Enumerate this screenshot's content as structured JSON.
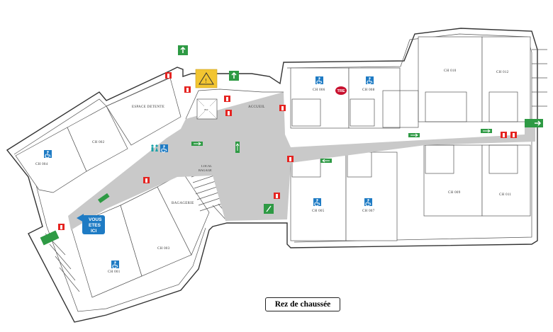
{
  "caption": "Rez de chaussée",
  "you_are_here": [
    "VOUS",
    "ETES",
    "ICI"
  ],
  "labels": {
    "espace_detente": "ESPACE DETENTE",
    "accueil": "ACCUEIL",
    "local_bagage": [
      "LOCAL",
      "BAGAGE"
    ],
    "bagagerie": "BAGAGERIE",
    "ascenseur": "asc",
    "tre": "TRE"
  },
  "rooms": {
    "ch002": "CH 002",
    "ch004": "CH 004",
    "ch001": "CH 001",
    "ch003": "CH 003",
    "ch006": "CH 006",
    "ch008": "CH 008",
    "ch005": "CH 005",
    "ch007": "CH 007",
    "ch010": "CH 010",
    "ch012": "CH 012",
    "ch009": "CH 009",
    "ch011": "CH 011"
  },
  "colors": {
    "corridor": "#c9c9c9",
    "pmr": "#1e7bc4",
    "extinguisher": "#e52421",
    "exit": "#2e9a44",
    "hazard": "#f2c531"
  },
  "icons": [
    "wheelchair-icon",
    "fire-extinguisher-icon",
    "emergency-exit-icon",
    "direction-arrow-icon",
    "toilet-icon",
    "hazard-icon",
    "elevator-icon"
  ]
}
